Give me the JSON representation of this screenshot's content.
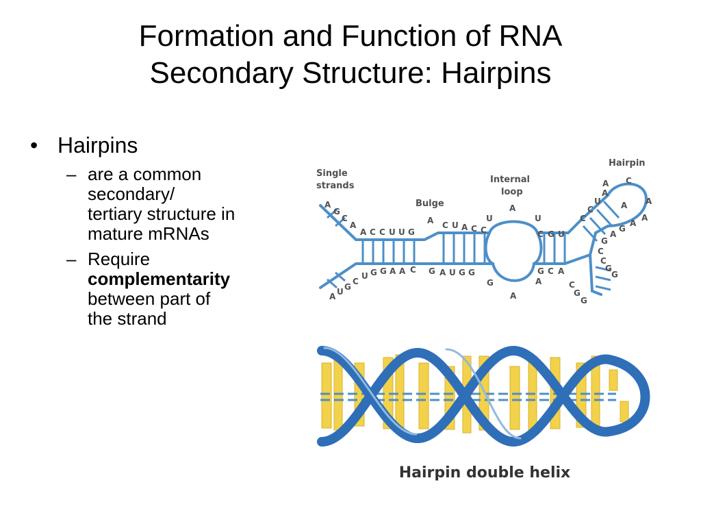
{
  "slide": {
    "title_line1": "Formation and Function of RNA",
    "title_line2": "Secondary Structure: Hairpins",
    "bullet": {
      "marker": "•",
      "text": "Hairpins"
    },
    "sub_bullets": [
      {
        "marker": "–",
        "lines": [
          "are a common",
          "secondary/",
          "tertiary structure in",
          "mature mRNAs"
        ]
      },
      {
        "marker": "–",
        "line1": "Require",
        "bold": "complementarity",
        "line3": "between part of",
        "line4": "the strand"
      }
    ]
  },
  "figure_top": {
    "labels": {
      "single_strands_1": "Single",
      "single_strands_2": "strands",
      "bulge": "Bulge",
      "internal_loop_1": "Internal",
      "internal_loop_2": "loop",
      "hairpin": "Hairpin"
    },
    "top_strand": [
      "A",
      "G",
      "C",
      "A",
      "A",
      "C",
      "C",
      "U",
      "U",
      "G",
      "A",
      "C",
      "U",
      "A",
      "C",
      "C",
      "U",
      "A",
      "C",
      "G",
      "U",
      "U",
      "C",
      "C",
      "U",
      "A",
      "A",
      "C",
      "A",
      "A",
      "A",
      "G",
      "A",
      "G"
    ],
    "bottom_strand": [
      "A",
      "U",
      "G",
      "C",
      "U",
      "G",
      "G",
      "A",
      "A",
      "C",
      "G",
      "A",
      "U",
      "G",
      "G",
      "G",
      "A",
      "A",
      "G",
      "C",
      "A",
      "C",
      "G",
      "G",
      "C",
      "C",
      "G",
      "G",
      "A"
    ]
  },
  "figure_bottom": {
    "caption": "Hairpin double helix"
  },
  "colors": {
    "strand": "#4d8fc8",
    "helix_blue": "#2f6fb8",
    "helix_yellow": "#f2d24a",
    "text": "#000000",
    "label": "#505050"
  }
}
